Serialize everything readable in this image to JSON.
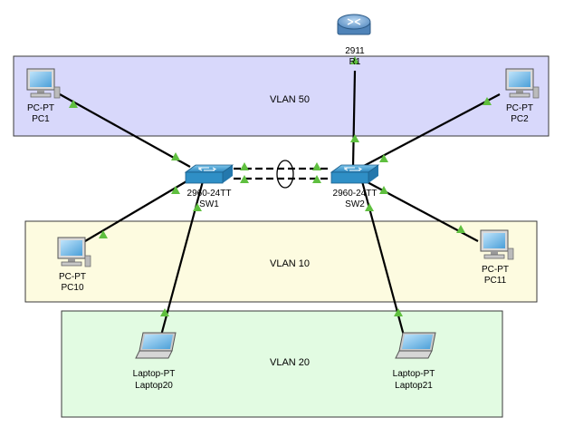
{
  "vlans": [
    {
      "id": "vlan50",
      "label": "VLAN 50",
      "fill": "#d8d8fb",
      "stroke": "#3a3a3a"
    },
    {
      "id": "vlan10",
      "label": "VLAN 10",
      "fill": "#fdfbe0",
      "stroke": "#3a3a3a"
    },
    {
      "id": "vlan20",
      "label": "VLAN 20",
      "fill": "#e2fbe2",
      "stroke": "#3a3a3a"
    }
  ],
  "devices": {
    "r1": {
      "model": "2911",
      "name": "R1"
    },
    "sw1": {
      "model": "2960-24TT",
      "name": "SW1"
    },
    "sw2": {
      "model": "2960-24TT",
      "name": "SW2"
    },
    "pc1": {
      "model": "PC-PT",
      "name": "PC1"
    },
    "pc2": {
      "model": "PC-PT",
      "name": "PC2"
    },
    "pc10": {
      "model": "PC-PT",
      "name": "PC10"
    },
    "pc11": {
      "model": "PC-PT",
      "name": "PC11"
    },
    "laptop20": {
      "model": "Laptop-PT",
      "name": "Laptop20"
    },
    "laptop21": {
      "model": "Laptop-PT",
      "name": "Laptop21"
    }
  },
  "colors": {
    "link": "#000000",
    "link_up": "#5fbf3f",
    "switch": "#2f8fc6",
    "router": "#4a88bf"
  },
  "icons": {
    "router": "router-icon",
    "switch": "switch-icon",
    "pc": "pc-icon",
    "laptop": "laptop-icon",
    "etherchannel": "etherchannel-ring"
  }
}
